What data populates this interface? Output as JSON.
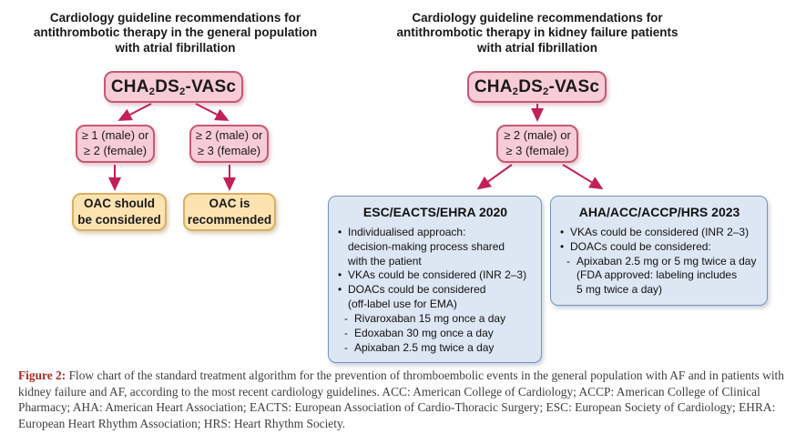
{
  "colors": {
    "pink_fill": "#f8ccd6",
    "pink_border": "#c65973",
    "arrow": "#c22057",
    "orange_fill": "#fce3b0",
    "orange_border": "#dcae62",
    "blue_fill": "#dde7f3",
    "blue_border": "#7493bb",
    "caption_label_red": "#a52c25",
    "caption_text_gray": "#3e3e3e"
  },
  "left_flow": {
    "title": "Cardiology guideline recommendations for\nantithrombotic therapy in the general population\nwith atrial fibrillation",
    "root_parts": {
      "p1": "CHA",
      "s1": "2",
      "p2": "DS",
      "s2": "2",
      "p3": "-VASc"
    },
    "branch_left": "≥ 1 (male) or\n≥ 2 (female)",
    "branch_right": "≥ 2 (male) or\n≥ 3 (female)",
    "outcome_left": "OAC should\nbe considered",
    "outcome_right": "OAC is\nrecommended"
  },
  "right_flow": {
    "title": "Cardiology guideline recommendations for\nantithrombotic therapy in kidney failure patients\nwith atrial fibrillation",
    "root_parts": {
      "p1": "CHA",
      "s1": "2",
      "p2": "DS",
      "s2": "2",
      "p3": "-VASc"
    },
    "branch": "≥ 2 (male) or\n≥ 3 (female)",
    "esc_box": {
      "title": "ESC/EACTS/EHRA 2020",
      "items": [
        {
          "marker": "•",
          "text": "Individualised approach:\ndecision-making process shared\nwith the patient"
        },
        {
          "marker": "•",
          "text": "VKAs could be considered (INR 2–3)"
        },
        {
          "marker": "•",
          "text": "DOACs could be considered\n(off-label use for EMA)"
        },
        {
          "marker": "-",
          "text": "Rivaroxaban 15 mg once a day"
        },
        {
          "marker": "-",
          "text": "Edoxaban 30 mg once a day"
        },
        {
          "marker": "-",
          "text": "Apixaban 2.5 mg twice a day"
        }
      ]
    },
    "aha_box": {
      "title": "AHA/ACC/ACCP/HRS 2023",
      "items": [
        {
          "marker": "•",
          "text": "VKAs could be considered (INR 2–3)"
        },
        {
          "marker": "•",
          "text": "DOACs could be considered:"
        },
        {
          "marker": "-",
          "text": "Apixaban 2.5 mg or 5 mg twice a day\n(FDA approved: labeling includes\n5 mg twice a day)"
        }
      ]
    }
  },
  "caption": {
    "label": "Figure 2:",
    "text": "Flow chart of the standard treatment algorithm for the prevention of thromboembolic events in the general population with AF and in patients with kidney failure and AF, according to the most recent cardiology guidelines. ACC: American College of Cardiology; ACCP: American College of Clinical Pharmacy; AHA: American Heart Association; EACTS: European Association of Cardio-Thoracic Surgery; ESC: European Society of Cardiology; EHRA: European Heart Rhythm Association; HRS: Heart Rhythm Society."
  }
}
